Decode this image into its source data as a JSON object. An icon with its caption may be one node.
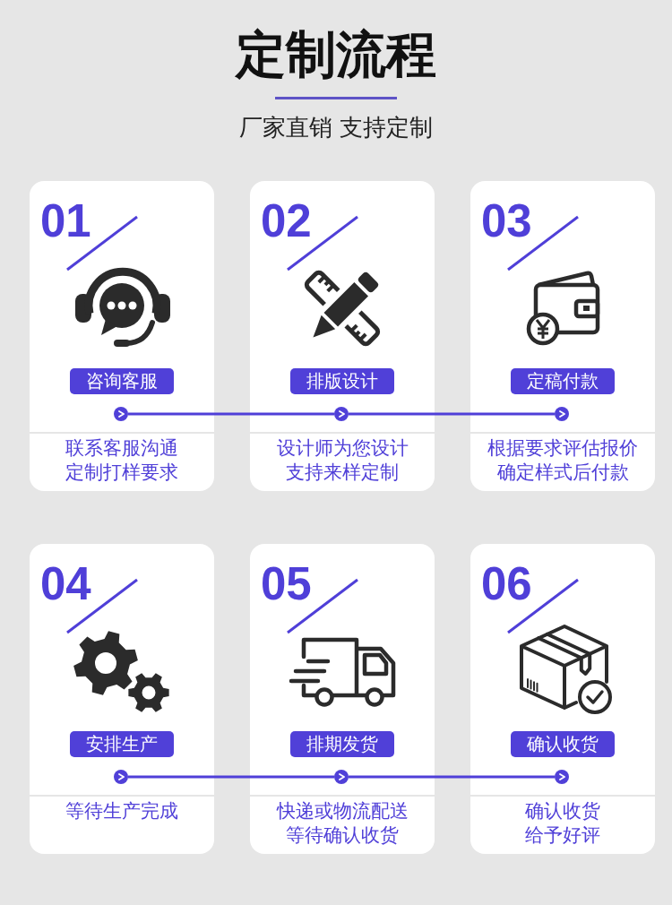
{
  "diagram": {
    "title": "定制流程",
    "nodes": [
      {
        "text": [
          "01",
          "联系客服沟通定制打样要求"
        ]
      },
      {
        "text": [
          "咨询客服"
        ],
        "in": 0
      },
      {
        "text": [],
        "shape": "circle",
        "in": 0
      },
      {
        "text": [
          "02",
          "设计师为您设计支持来样定制"
        ]
      },
      {
        "text": [
          "排版设计"
        ],
        "in": 3
      },
      {
        "text": [],
        "shape": "circle",
        "in": 3
      },
      {
        "text": [
          "03",
          "根据要求评估报价确定样式后付款"
        ]
      },
      {
        "text": [
          "定稿付款"
        ],
        "in": 6
      },
      {
        "text": [],
        "shape": "circle",
        "in": 6
      },
      {
        "text": [
          "04",
          "等待生产完成"
        ]
      },
      {
        "text": [
          "安排生产"
        ],
        "in": 9
      },
      {
        "text": [],
        "shape": "circle",
        "in": 9
      },
      {
        "text": [
          "05",
          "快递或物流配送等待确认收货"
        ]
      },
      {
        "text": [
          "排期发货"
        ],
        "in": 12
      },
      {
        "text": [],
        "shape": "circle",
        "in": 12
      },
      {
        "text": [
          "06",
          "确认收货给予好评"
        ]
      },
      {
        "text": [
          "确认收货"
        ],
        "in": 15
      },
      {
        "text": [],
        "shape": "circle",
        "in": 15
      }
    ],
    "edges": [
      {
        "from": 2,
        "to": 5,
        "arrow": "none"
      },
      {
        "from": 5,
        "to": 8,
        "arrow": "none"
      },
      {
        "from": 11,
        "to": 14,
        "arrow": "none"
      },
      {
        "from": 14,
        "to": 17,
        "arrow": "none"
      }
    ],
    "labels": [
      "厂家直销 支持定制"
    ]
  }
}
